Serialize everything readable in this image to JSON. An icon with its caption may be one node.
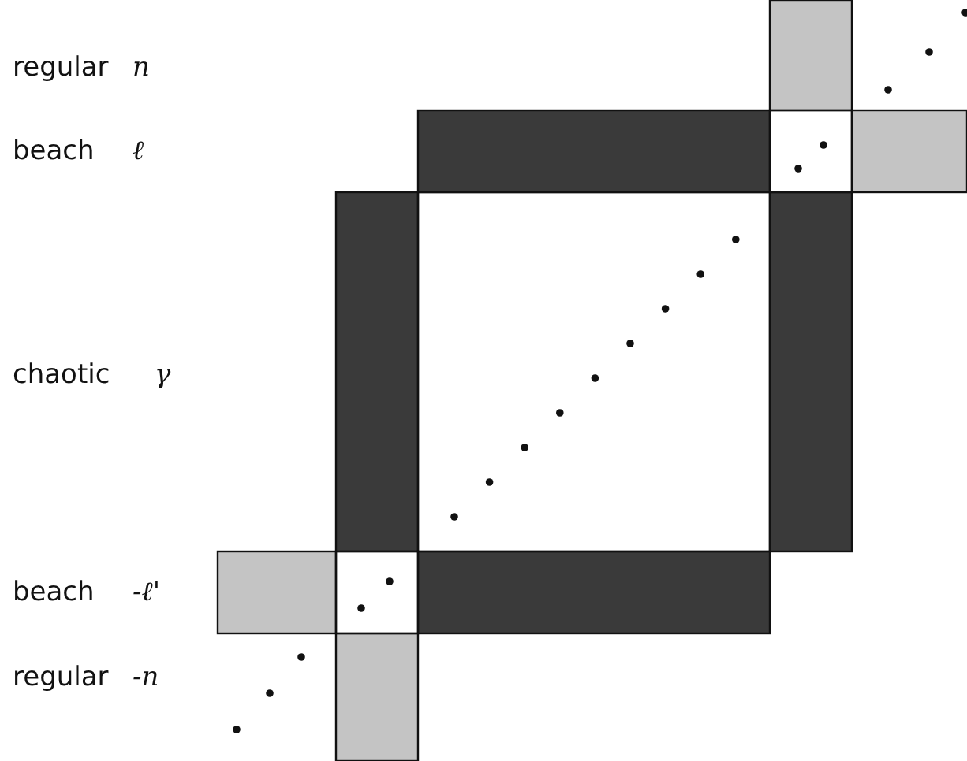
{
  "diagram": {
    "labels": [
      "regular",
      "n",
      "beach",
      "ℓ",
      "chaotic",
      "γ",
      "beach",
      "-ℓ'",
      "regular",
      "-n"
    ]
  }
}
